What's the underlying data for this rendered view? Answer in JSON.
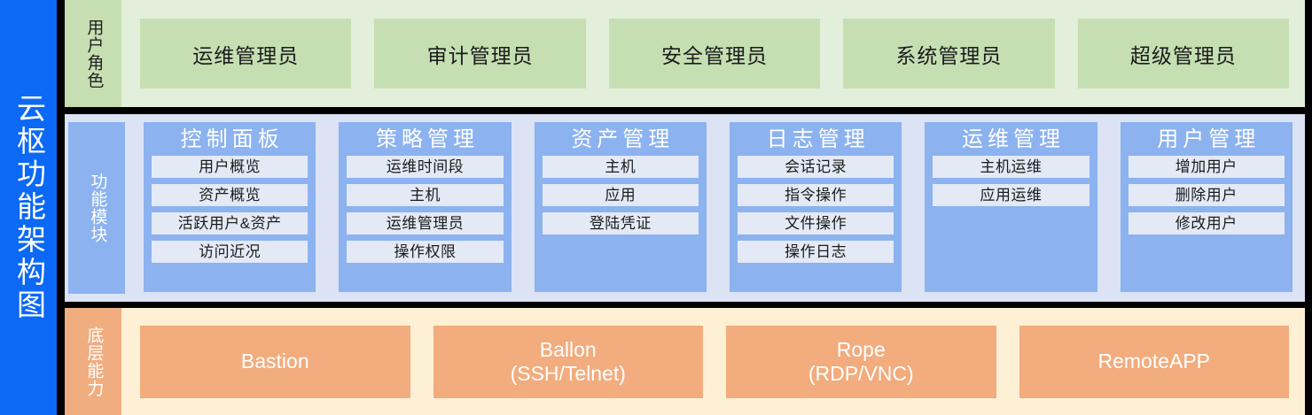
{
  "diagram": {
    "title": "云枢功能架构图",
    "colors": {
      "title_bar": "#0b69f5",
      "roles_band": "#e2efda",
      "roles_box": "#c5dfb3",
      "modules_band": "#dbe3f4",
      "modules_card": "#8cb2f0",
      "modules_item": "#e3eaf6",
      "bottom_band": "#fdf0d5",
      "bottom_box": "#f2ac7d",
      "border": "#000000"
    }
  },
  "roles": {
    "label": "用户角色",
    "items": [
      {
        "label": "运维管理员"
      },
      {
        "label": "审计管理员"
      },
      {
        "label": "安全管理员"
      },
      {
        "label": "系统管理员"
      },
      {
        "label": "超级管理员"
      }
    ]
  },
  "modules": {
    "label": "功能模块",
    "cards": [
      {
        "title": "控制面板",
        "items": [
          "用户概览",
          "资产概览",
          "活跃用户&资产",
          "访问近况"
        ]
      },
      {
        "title": "策略管理",
        "items": [
          "运维时间段",
          "主机",
          "运维管理员",
          "操作权限"
        ]
      },
      {
        "title": "资产管理",
        "items": [
          "主机",
          "应用",
          "登陆凭证"
        ]
      },
      {
        "title": "日志管理",
        "items": [
          "会话记录",
          "指令操作",
          "文件操作",
          "操作日志"
        ]
      },
      {
        "title": "运维管理",
        "items": [
          "主机运维",
          "应用运维"
        ]
      },
      {
        "title": "用户管理",
        "items": [
          "增加用户",
          "删除用户",
          "修改用户"
        ]
      }
    ]
  },
  "capabilities": {
    "label": "底层能力",
    "items": [
      {
        "line1": "Bastion",
        "line2": ""
      },
      {
        "line1": "Ballon",
        "line2": "(SSH/Telnet)"
      },
      {
        "line1": "Rope",
        "line2": "(RDP/VNC)"
      },
      {
        "line1": "RemoteAPP",
        "line2": ""
      }
    ]
  }
}
